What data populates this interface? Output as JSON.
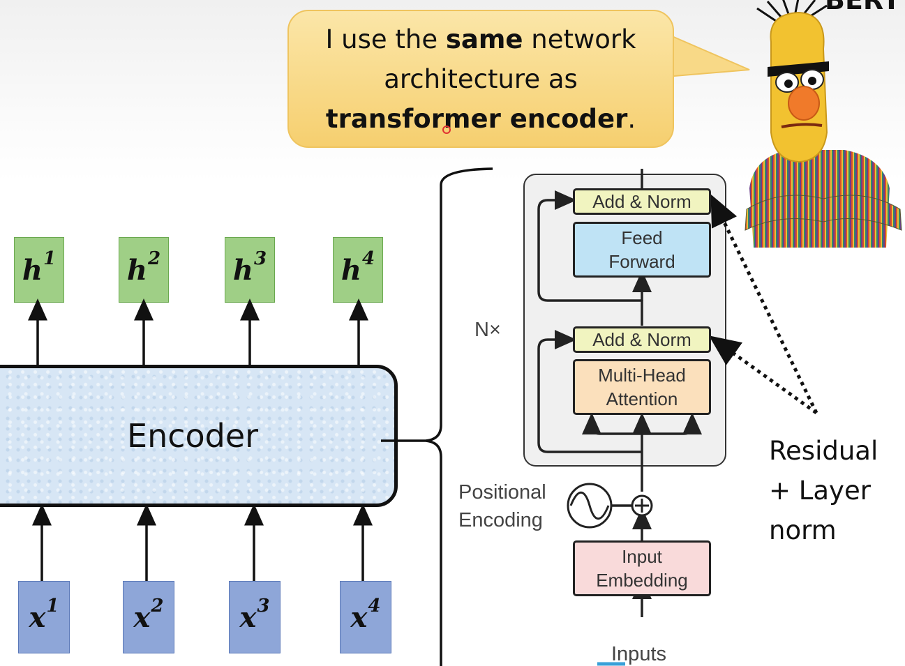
{
  "bubble": {
    "line1_pre": "I use the ",
    "line1_bold": "same",
    "line1_post": " network",
    "line2": "architecture as",
    "line3_bold": "transformer encoder",
    "line3_post": "."
  },
  "corner_text": "BERT",
  "outputs": [
    {
      "base": "h",
      "sup": "1"
    },
    {
      "base": "h",
      "sup": "2"
    },
    {
      "base": "h",
      "sup": "3"
    },
    {
      "base": "h",
      "sup": "4"
    }
  ],
  "inputs": [
    {
      "base": "x",
      "sup": "1"
    },
    {
      "base": "x",
      "sup": "2"
    },
    {
      "base": "x",
      "sup": "3"
    },
    {
      "base": "x",
      "sup": "4"
    }
  ],
  "encoder_label": "Encoder",
  "transformer": {
    "add_norm_top": "Add & Norm",
    "feed_forward_1": "Feed",
    "feed_forward_2": "Forward",
    "add_norm_bottom": "Add & Norm",
    "mha_1": "Multi-Head",
    "mha_2": "Attention",
    "nx": "N×",
    "pos_enc_1": "Positional",
    "pos_enc_2": "Encoding",
    "emb_1": "Input",
    "emb_2": "Embedding",
    "inputs_label": "Inputs"
  },
  "residual_note": {
    "line1": "Residual",
    "line2": "+ Layer",
    "line3": "norm"
  },
  "colors": {
    "bubble": "#f6cf6f",
    "output_box": "#9fcf86",
    "input_box": "#8ea6d8",
    "encoder": "#d7e6f5",
    "add_norm": "#f1f4c0",
    "feed_forward": "#bfe3f5",
    "attention": "#fbe0bc",
    "embedding": "#f9dada"
  }
}
